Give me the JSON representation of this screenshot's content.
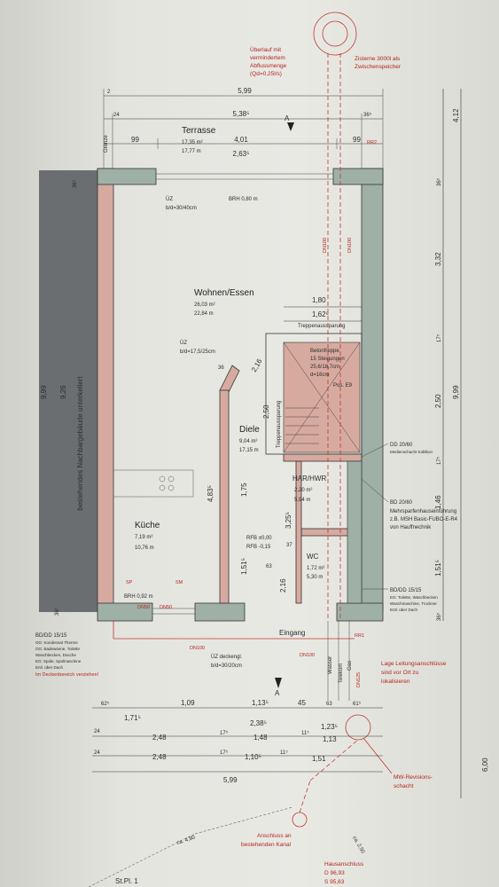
{
  "rooms": {
    "terrasse": {
      "name": "Terrasse",
      "area": "17,35 m²",
      "perimeter": "17,77 m"
    },
    "wohnen": {
      "name": "Wohnen/Essen",
      "area": "26,03 m²",
      "perimeter": "22,84 m"
    },
    "diele": {
      "name": "Diele",
      "area": "9,04 m²",
      "perimeter": "17,15 m"
    },
    "kueche": {
      "name": "Küche",
      "area": "7,19 m²",
      "perimeter": "10,76 m"
    },
    "har": {
      "name": "HAR/HWR",
      "area": "2,20 m²",
      "perimeter": "5,94 m"
    },
    "wc": {
      "name": "WC",
      "area": "1,72 m²",
      "perimeter": "5,30 m"
    },
    "eingang": {
      "name": "Eingang"
    },
    "stairs": {
      "name": "Betonfreppe",
      "steps": "15 Steigungen",
      "ratio": "25,6/18,7cm",
      "thickness": "d=16cm"
    }
  },
  "labels": {
    "neighbor": "bestehendes Nachbargebäude unterkellert",
    "grenze": "Grenze",
    "treppenaussparung": "Treppenaussparung",
    "uz1": "ÜZ",
    "uz1_dim": "b/d=30/40cm",
    "uz2": "ÜZ",
    "uz2_dim": "b/d=17,5/25cm",
    "uz3": "ÜZ deckengl.",
    "uz3_dim": "b/d=30/20cm",
    "brh": "BRH 0,80 m",
    "brh2": "BRH 0,92 m",
    "rfb1": "RFB ±0,00",
    "rfb2": "RFB -0,15",
    "section_a": "A",
    "pos": "Pos. E9",
    "dd1": "DD 20/60",
    "dd1_sub": "Medienschacht Küblbon",
    "bd1": "BD 20/60",
    "bd1_sub1": "Mehrsparfenhauseinführung",
    "bd1_sub2": "z.B. MSH Basic-FUBO-E-R4",
    "bd1_sub3": "von Hauffnechnik",
    "bd2": "BD/DD 15/15",
    "bd2_sub1": "EG: Toilette, Waschbecken",
    "bd2_sub2": "Waschmaschine, Trockner",
    "bd2_sub3": "Entl. über Dach",
    "bd3": "BD/DD 15/15",
    "bd3_sub1": "OG: Kondensat Therme",
    "bd3_sub2": "OG: Badewanne, Toilette",
    "bd3_sub3": "Waschbecken, Dusche",
    "bd3_sub4": "EG: Spüle, Spülmaschine",
    "bd3_sub5": "Entl. über Dach",
    "bd3_red": "Im Deckenbereich verziehen!",
    "ueberlauf1": "Überlauf mit",
    "ueberlauf2": "vermindertem",
    "ueberlauf3": "Abflussmenge",
    "ueberlauf4": "(Qd=0,25l/s)",
    "zisterne1": "Zisterne 3000l als",
    "zisterne2": "Zwischenspeicher",
    "leitung1": "Lage Leitungsanschlüsse",
    "leitung2": "sind vor Ort zu",
    "leitung3": "lokalisieren",
    "mw1": "MW-Revisions-",
    "mw2": "schacht",
    "anschluss1": "Anschluss an",
    "anschluss2": "bestehenden Kanal",
    "hausanschluss1": "Hausanschluss",
    "hausanschluss2": "D 96,93",
    "hausanschluss3": "S 95,63",
    "ca1": "ca. 4,90",
    "ca2": "ca. 2,50",
    "stpl": "St.Pl. 1",
    "dn100": "DN100",
    "dn125": "DN125",
    "dn50": "DN50",
    "rr1": "RR1",
    "rr2": "RR2",
    "wasser": "Wasser",
    "telekom": "Telekom",
    "gas": "Gas",
    "sp": "SP",
    "sm": "SM"
  },
  "dims": {
    "top_2": "2",
    "top_599": "5,99",
    "top_24": "24",
    "top_538": "5,38⁵",
    "top_365": "36⁵",
    "top_99a": "99",
    "top_401": "4,01",
    "top_99b": "99",
    "top_263": "2,63⁵",
    "right_412": "4,12",
    "right_365": "36⁵",
    "right_332": "3,32",
    "right_175a": "17⁵",
    "right_250": "2,50",
    "right_175b": "17⁵",
    "right_146": "1,46",
    "right_151": "1,51⁵",
    "right_365b": "36⁵",
    "right_999": "9,99",
    "right_600": "6,00",
    "left_999": "9,99",
    "left_926": "9,26",
    "left_365": "36⁵",
    "left_365b": "36⁵",
    "d180": "1,80",
    "d162": "1,62⁵",
    "d250v": "2,50",
    "d216": "2,16",
    "d36": "36",
    "d175": "1,75",
    "d483": "4,83⁵",
    "d151": "1,51⁵",
    "d325": "3,25⁵",
    "d216b": "2,16",
    "d37": "37",
    "d63": "63",
    "b_625": "62⁵",
    "b_109": "1,09",
    "b_113": "1,13⁵",
    "b_45": "45",
    "b_63": "63",
    "b_61": "61⁵",
    "b_171": "1,71⁵",
    "b_238": "2,38⁵",
    "b_123": "1,23⁵",
    "b_24a": "24",
    "b_248a": "2,48",
    "b_175a": "17⁵",
    "b_148": "1,48",
    "b_115a": "11⁵",
    "b_113b": "1,13",
    "b_24b": "24",
    "b_248b": "2,48",
    "b_175b": "17⁵",
    "b_110": "1,10⁵",
    "b_115b": "11⁵",
    "b_151": "1,51",
    "b_599": "5,99"
  }
}
